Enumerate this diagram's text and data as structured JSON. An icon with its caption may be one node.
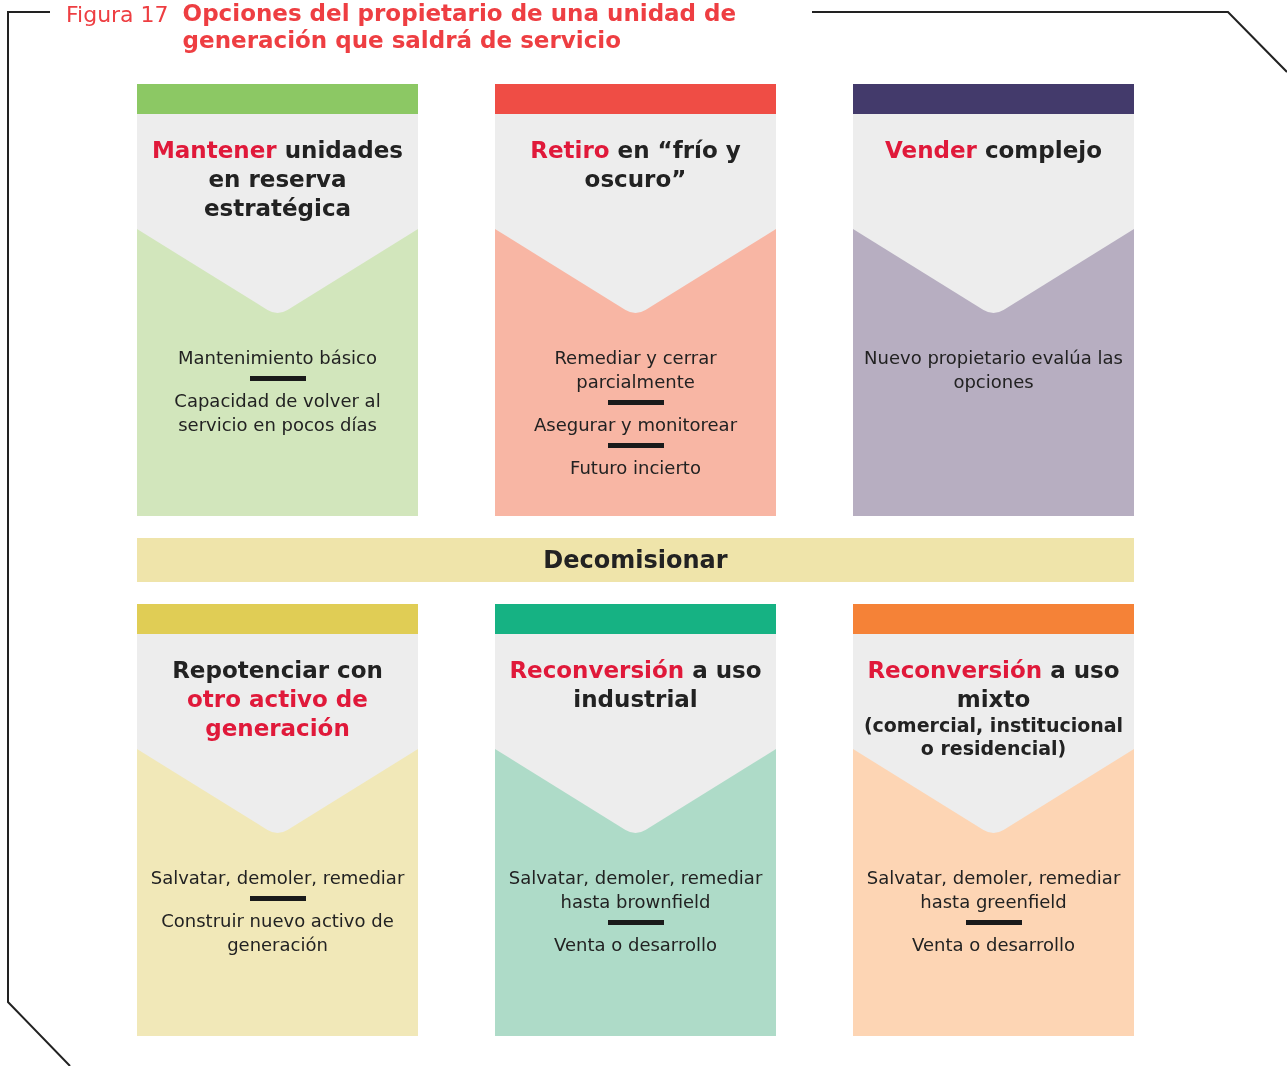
{
  "diagram": {
    "title": "Opciones del propietario de una unidad de generación que saldrá de servicio",
    "nodes": [
      {
        "text": [
          "Mantener",
          "unidades en reserva estratégica",
          "Mantenimiento básico",
          "Capacidad de volver al servicio en pocos días"
        ]
      },
      {
        "text": [
          "Retiro",
          "en “frío y oscuro”",
          "Remediar y cerrar parcialmente",
          "Asegurar y monitorear",
          "Futuro incierto"
        ]
      },
      {
        "text": [
          "Vender",
          "complejo",
          "Nuevo propietario evalúa las opciones"
        ]
      },
      {
        "text": [
          "Decomisionar"
        ]
      },
      {
        "text": [
          "Repotenciar con",
          "otro activo de generación",
          "Salvatar, demoler, remediar",
          "Construir nuevo activo de generación"
        ]
      },
      {
        "text": [
          "Reconversión",
          "a uso industrial",
          "Salvatar, demoler, remediar hasta brownfield",
          "Venta o desarrollo"
        ]
      },
      {
        "text": [
          "Reconversión",
          "a uso mixto",
          "(comercial, institucional o residencial)",
          "Salvatar, demoler, remediar hasta greenfield",
          "Venta o desarrollo"
        ]
      }
    ],
    "labels": [
      "Figura 17"
    ]
  }
}
